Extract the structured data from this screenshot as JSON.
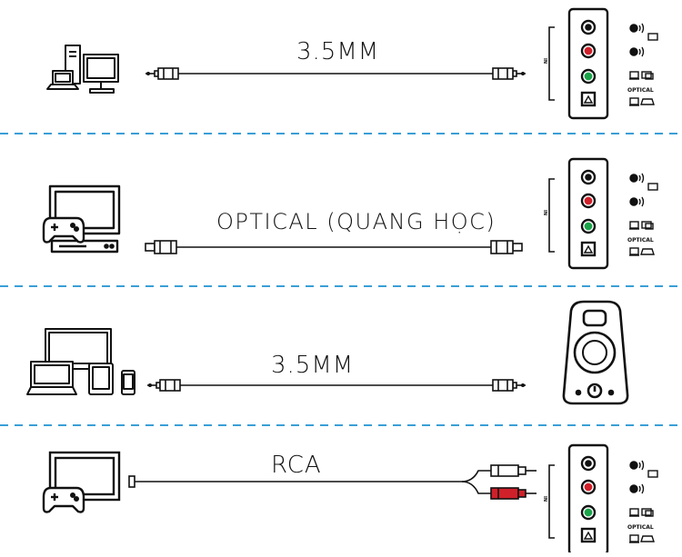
{
  "rows": [
    {
      "cable_label": "3.5MM"
    },
    {
      "cable_label": "OPTICAL (QUANG HỌC)"
    },
    {
      "cable_label": "3.5MM"
    },
    {
      "cable_label": "RCA"
    }
  ],
  "panel": {
    "optical_label": "OPTICAL",
    "bracket_label": "IN"
  },
  "colors": {
    "divider": "#3a9fd6",
    "line": "#1a1a1a",
    "jack_red": "#d0202a",
    "jack_green": "#1aa34a"
  }
}
